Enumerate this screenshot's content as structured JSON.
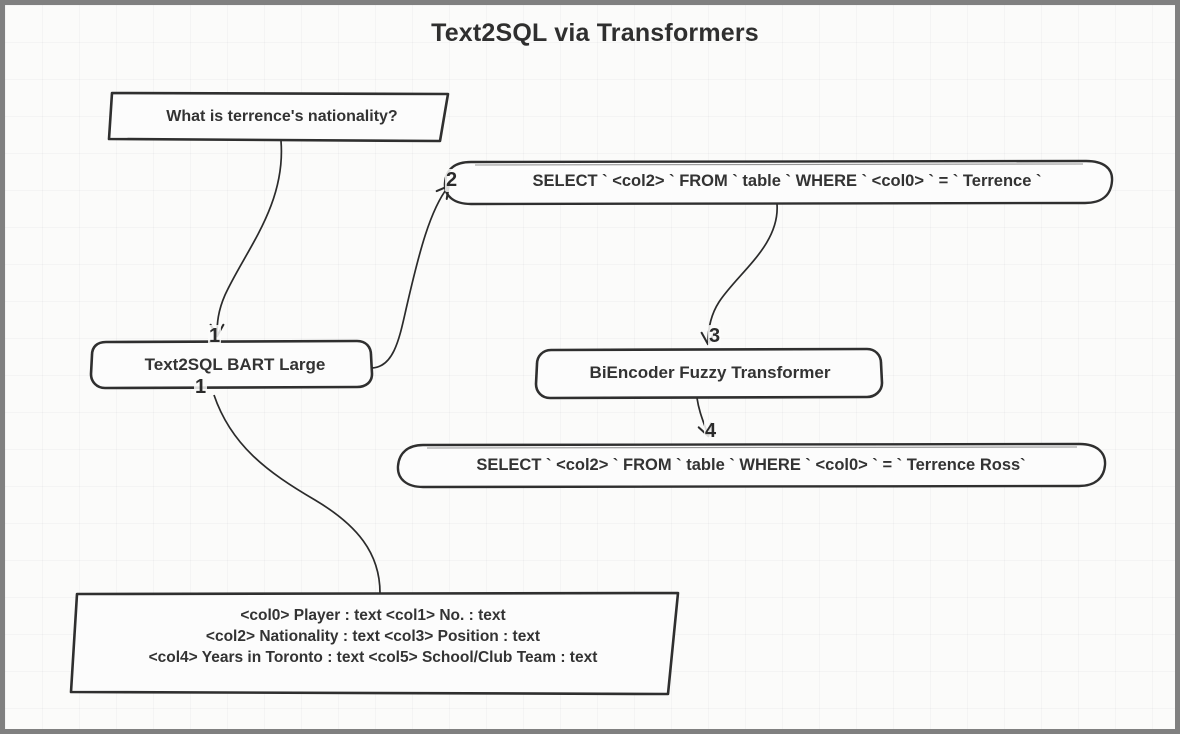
{
  "diagram": {
    "title": "Text2SQL via Transformers",
    "accent_color": "#333333",
    "border_color": "#808080",
    "background_color": "#fbfbfa",
    "nodes": [
      {
        "id": "question",
        "shape": "parallelogram",
        "label": "What is terrence's nationality?"
      },
      {
        "id": "sql1",
        "shape": "stadium",
        "label": "SELECT ` <col2> ` FROM ` table ` WHERE ` <col0> ` = ` Terrence `"
      },
      {
        "id": "bart",
        "shape": "rounded-rect",
        "label": "Text2SQL BART Large"
      },
      {
        "id": "biencoder",
        "shape": "rounded-rect",
        "label": "BiEncoder Fuzzy Transformer"
      },
      {
        "id": "sql2",
        "shape": "stadium",
        "label": "SELECT ` <col2> ` FROM ` table ` WHERE ` <col0> ` = ` Terrence Ross`"
      },
      {
        "id": "schema",
        "shape": "parallelogram",
        "label_line1": "<col0> Player : text <col1> No. : text",
        "label_line2": "<col2> Nationality : text <col3> Position : text",
        "label_line3": "<col4> Years in Toronto : text <col5> School/Club Team : text"
      }
    ],
    "edges": [
      {
        "id": "e1",
        "from": "question",
        "to": "bart",
        "label": "1"
      },
      {
        "id": "e2",
        "from": "bart",
        "to": "sql1",
        "label": "2"
      },
      {
        "id": "e3",
        "from": "sql1",
        "to": "biencoder",
        "label": "3"
      },
      {
        "id": "e4",
        "from": "biencoder",
        "to": "sql2",
        "label": "4"
      },
      {
        "id": "e5",
        "from": "schema",
        "to": "bart",
        "label": "1"
      }
    ]
  }
}
